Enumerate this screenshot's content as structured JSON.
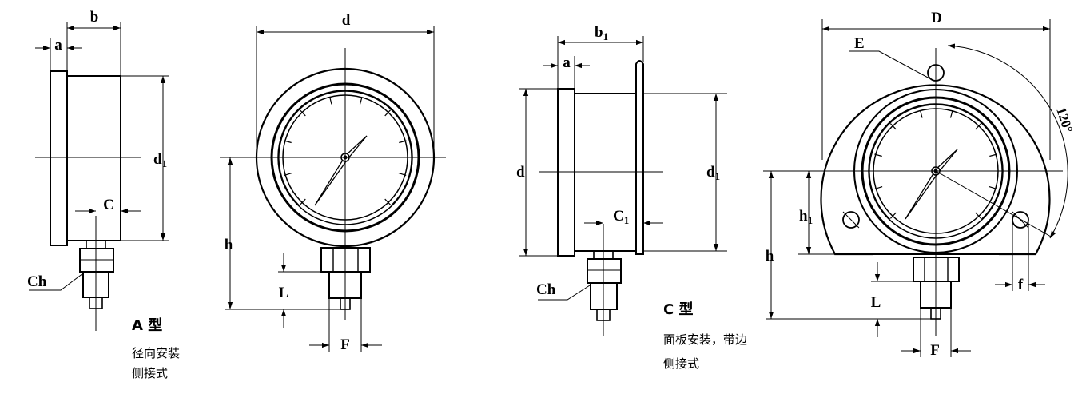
{
  "type_a": {
    "title": "A 型",
    "desc_line1": "径向安装",
    "desc_line2": "侧接式",
    "side_labels": {
      "b": "b",
      "a": "a",
      "d1_main": "d",
      "d1_sub": "1",
      "c": "C",
      "ch": "Ch"
    },
    "front_labels": {
      "d": "d",
      "h": "h",
      "l": "L",
      "f": "F"
    }
  },
  "type_c": {
    "title": "C 型",
    "desc_line1": "面板安装，带边",
    "desc_line2": "侧接式",
    "side_labels": {
      "b1_main": "b",
      "b1_sub": "1",
      "a": "a",
      "d": "d",
      "d1_main": "d",
      "d1_sub": "1",
      "c1_main": "C",
      "c1_sub": "1",
      "ch": "Ch"
    },
    "front_labels": {
      "D": "D",
      "E": "E",
      "angle": "120°",
      "h1_main": "h",
      "h1_sub": "1",
      "h": "h",
      "l": "L",
      "f_small": "f",
      "f": "F"
    }
  }
}
